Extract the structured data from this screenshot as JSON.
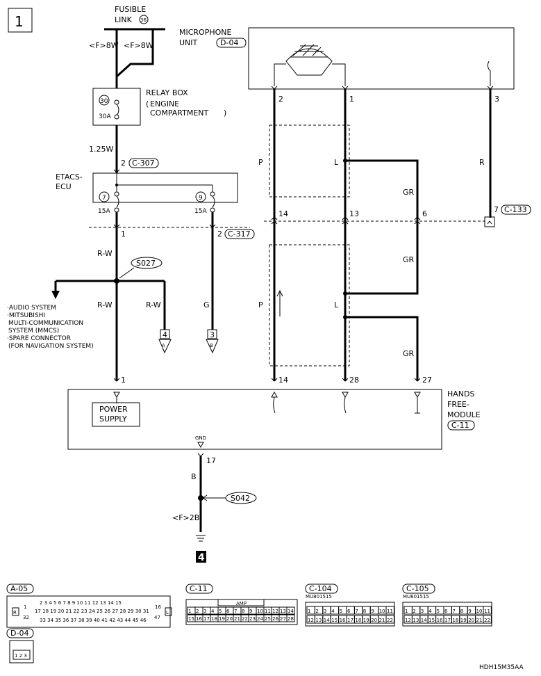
{
  "page_number": "1",
  "fusible_link": {
    "line1": "FUSIBLE",
    "line2": "LINK",
    "num": "36",
    "left_wire": "<F>8W",
    "right_wire": "<F>8W"
  },
  "relay_box": {
    "line1": "RELAY BOX",
    "line2": "ENGINE",
    "line3": "COMPARTMENT",
    "fuse_num": "30",
    "fuse_rating": "30A"
  },
  "wire_125w": "1.25W",
  "etacs": {
    "line1": "ETACS-",
    "line2": "ECU",
    "conn_in_pin": "2",
    "conn_in": "C-307",
    "conn_out_pin": "2",
    "conn_out": "C-317",
    "out_pin1": "1",
    "fuse7_num": "7",
    "fuse7_rating": "15A",
    "fuse9_num": "9",
    "fuse9_rating": "15A"
  },
  "microphone": {
    "line1": "MICROPHONE",
    "line2": "UNIT",
    "conn": "D-04",
    "pin2": "2",
    "pin1": "1",
    "pin3": "3"
  },
  "wire_colors": {
    "rw": "R-W",
    "g": "G",
    "p": "P",
    "l": "L",
    "gr": "GR",
    "r": "R",
    "b": "B"
  },
  "splice_s027": "S027",
  "splice_s042": "S042",
  "audio_notes": [
    "·AUDIO SYSTEM",
    "·MITSUBISHI",
    "MULTI-COMMUNICATION",
    "SYSTEM (MMCS)",
    "·SPARE CONNECTOR",
    "(FOR NAVIGATION SYSTEM)"
  ],
  "refs": {
    "a_num": "4",
    "a_letter": "A",
    "b_num": "3",
    "b_letter": "B"
  },
  "c133": {
    "pin": "7",
    "conn": "C-133",
    "pin14": "14",
    "pin13": "13",
    "pin6": "6"
  },
  "hands_free": {
    "line1": "HANDS",
    "line2": "FREE-",
    "line3": "MODULE",
    "conn": "C-11",
    "pin1": "1",
    "pin14": "14",
    "pin28": "28",
    "pin27": "27",
    "power1": "POWER",
    "power2": "SUPPLY",
    "gnd": "GND",
    "gnd_pin": "17"
  },
  "ground": {
    "wire": "<F>2B",
    "num": "4"
  },
  "connectors": {
    "a05": {
      "label": "A-05",
      "left_tag": "R",
      "right_tag": "L",
      "pin1": "1",
      "pin32": "32",
      "pin16": "16",
      "pin47": "47",
      "row1": "2 3 4 5 6 7 8 9 10 11 12 13 14 15",
      "row2": "17 18 19 20 21 22 23 24 25 26 27 28 29 30 31",
      "row3": "33 34 35 36 37 38 39 40 41 42 43 44 45 46"
    },
    "c11": {
      "label": "C-11",
      "amp": "AMP",
      "row1": [
        "1",
        "2",
        "3",
        "4",
        "5",
        "6",
        "7",
        "8",
        "9",
        "10",
        "11",
        "12",
        "13",
        "14"
      ],
      "row2": [
        "15",
        "16",
        "17",
        "18",
        "19",
        "20",
        "21",
        "22",
        "23",
        "24",
        "25",
        "26",
        "27",
        "28"
      ]
    },
    "c104": {
      "label": "C-104",
      "mfr": "MU801515",
      "row1": [
        "1",
        "2",
        "3",
        "4",
        "5",
        "6",
        "7",
        "8",
        "9",
        "10",
        "11"
      ],
      "row2": [
        "12",
        "13",
        "14",
        "15",
        "16",
        "17",
        "18",
        "19",
        "20",
        "21",
        "22"
      ]
    },
    "c105": {
      "label": "C-105",
      "mfr": "MU801515",
      "row1": [
        "1",
        "2",
        "3",
        "4",
        "5",
        "6",
        "7",
        "8",
        "9",
        "10",
        "11"
      ],
      "row2": [
        "12",
        "13",
        "14",
        "15",
        "16",
        "17",
        "18",
        "19",
        "20",
        "21",
        "22"
      ]
    },
    "d04": {
      "label": "D-04",
      "pins": "1 2 3"
    }
  },
  "doc_id": "HDH15M35AA"
}
